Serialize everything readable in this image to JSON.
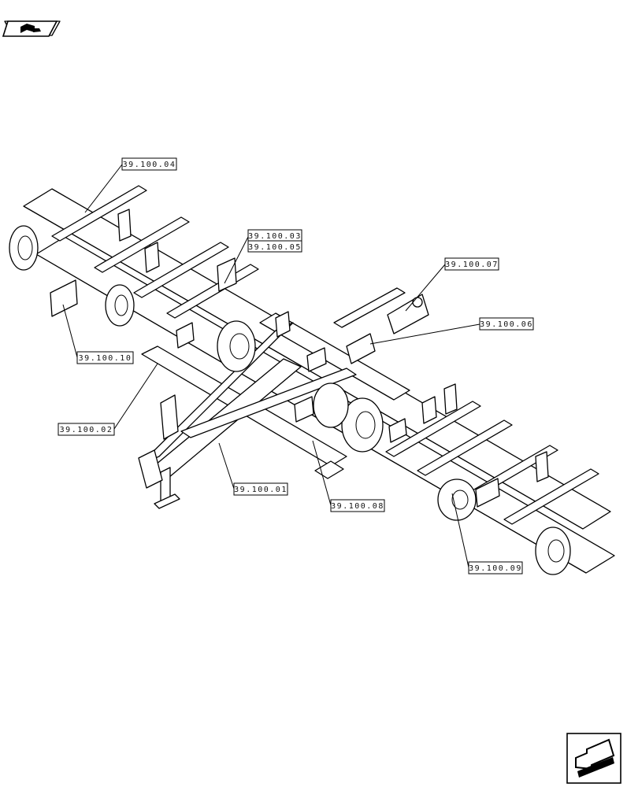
{
  "callouts": [
    {
      "id": "c1",
      "label": "39.100.04"
    },
    {
      "id": "c2",
      "label": "39.100.03"
    },
    {
      "id": "c3",
      "label": "39.100.05"
    },
    {
      "id": "c4",
      "label": "39.100.07"
    },
    {
      "id": "c5",
      "label": "39.100.06"
    },
    {
      "id": "c6",
      "label": "39.100.10"
    },
    {
      "id": "c7",
      "label": "39.100.02"
    },
    {
      "id": "c8",
      "label": "39.100.01"
    },
    {
      "id": "c9",
      "label": "39.100.08"
    },
    {
      "id": "c10",
      "label": "39.100.09"
    }
  ],
  "icons": {
    "top_left": "book-hand-icon",
    "bottom_right": "navigation-arrow-icon"
  }
}
